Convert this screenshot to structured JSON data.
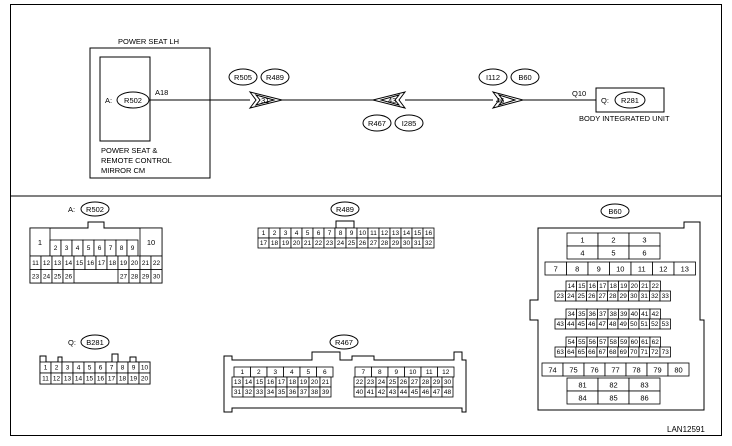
{
  "modules": {
    "power_seat": {
      "title": "POWER SEAT LH",
      "connector_prefix": "A:",
      "connector_id": "R502",
      "terminal": "A18",
      "description_lines": [
        "POWER SEAT &",
        "REMOTE CONTROL",
        "MIRROR CM"
      ]
    },
    "body_unit": {
      "connector_prefix": "Q:",
      "connector_id": "R281",
      "terminal": "Q10",
      "title": "BODY INTEGRATED UNIT"
    }
  },
  "splices": [
    {
      "pin": "31",
      "tags": [
        "R505",
        "R489"
      ]
    },
    {
      "pin": "43",
      "tags": [
        "R467",
        "I285"
      ]
    },
    {
      "pin": "46",
      "tags": [
        "I112",
        "B60"
      ]
    }
  ],
  "connectors": {
    "a": {
      "prefix": "A:",
      "id": "R502",
      "row1_big": [
        "1",
        "10"
      ],
      "row1": [
        "2",
        "3",
        "4",
        "5",
        "6",
        "7",
        "8",
        "9"
      ],
      "row2": [
        "11",
        "12",
        "13",
        "14",
        "15",
        "16",
        "17",
        "18",
        "19",
        "20",
        "21",
        "22"
      ],
      "row3": [
        "23",
        "24",
        "25",
        "26",
        "27",
        "28",
        "29",
        "30"
      ]
    },
    "r489": {
      "id": "R489",
      "row1": [
        "1",
        "2",
        "3",
        "4",
        "5",
        "6",
        "7",
        "8",
        "9",
        "10",
        "11",
        "12",
        "13",
        "14",
        "15",
        "16"
      ],
      "row2": [
        "17",
        "18",
        "19",
        "20",
        "21",
        "22",
        "23",
        "24",
        "25",
        "26",
        "27",
        "28",
        "29",
        "30",
        "31",
        "32"
      ]
    },
    "b60": {
      "id": "B60",
      "rows": [
        [
          "1",
          "2",
          "3"
        ],
        [
          "4",
          "5",
          "6"
        ],
        [
          "7",
          "8",
          "9",
          "10",
          "11",
          "12",
          "13"
        ],
        [
          "14",
          "15",
          "16",
          "17",
          "18",
          "19",
          "20",
          "21",
          "22"
        ],
        [
          "23",
          "24",
          "25",
          "26",
          "27",
          "28",
          "29",
          "30",
          "31",
          "32",
          "33"
        ],
        [
          "34",
          "35",
          "36",
          "37",
          "38",
          "39",
          "40",
          "41",
          "42"
        ],
        [
          "43",
          "44",
          "45",
          "46",
          "47",
          "48",
          "49",
          "50",
          "51",
          "52",
          "53"
        ],
        [
          "54",
          "55",
          "56",
          "57",
          "58",
          "59",
          "60",
          "61",
          "62"
        ],
        [
          "63",
          "64",
          "65",
          "66",
          "67",
          "68",
          "69",
          "70",
          "71",
          "72",
          "73"
        ],
        [
          "74",
          "75",
          "76",
          "77",
          "78",
          "79",
          "80"
        ],
        [
          "81",
          "82",
          "83"
        ],
        [
          "84",
          "85",
          "86"
        ]
      ]
    },
    "q": {
      "prefix": "Q:",
      "id": "B281",
      "row1": [
        "1",
        "2",
        "3",
        "4",
        "5",
        "6",
        "7",
        "8",
        "9",
        "10"
      ],
      "row2": [
        "11",
        "12",
        "13",
        "14",
        "15",
        "16",
        "17",
        "18",
        "19",
        "20"
      ]
    },
    "r467": {
      "id": "R467",
      "row1a": [
        "1",
        "2",
        "3",
        "4",
        "5",
        "6"
      ],
      "row2a": [
        "13",
        "14",
        "15",
        "16",
        "17",
        "18",
        "19",
        "20",
        "21"
      ],
      "row3a": [
        "31",
        "32",
        "33",
        "34",
        "35",
        "36",
        "37",
        "38",
        "39"
      ],
      "row1b": [
        "7",
        "8",
        "9",
        "10",
        "11",
        "12"
      ],
      "row2b": [
        "22",
        "23",
        "24",
        "25",
        "26",
        "27",
        "28",
        "29",
        "30"
      ],
      "row3b": [
        "40",
        "41",
        "42",
        "43",
        "44",
        "45",
        "46",
        "47",
        "48"
      ]
    }
  },
  "figure_id": "LAN12591"
}
